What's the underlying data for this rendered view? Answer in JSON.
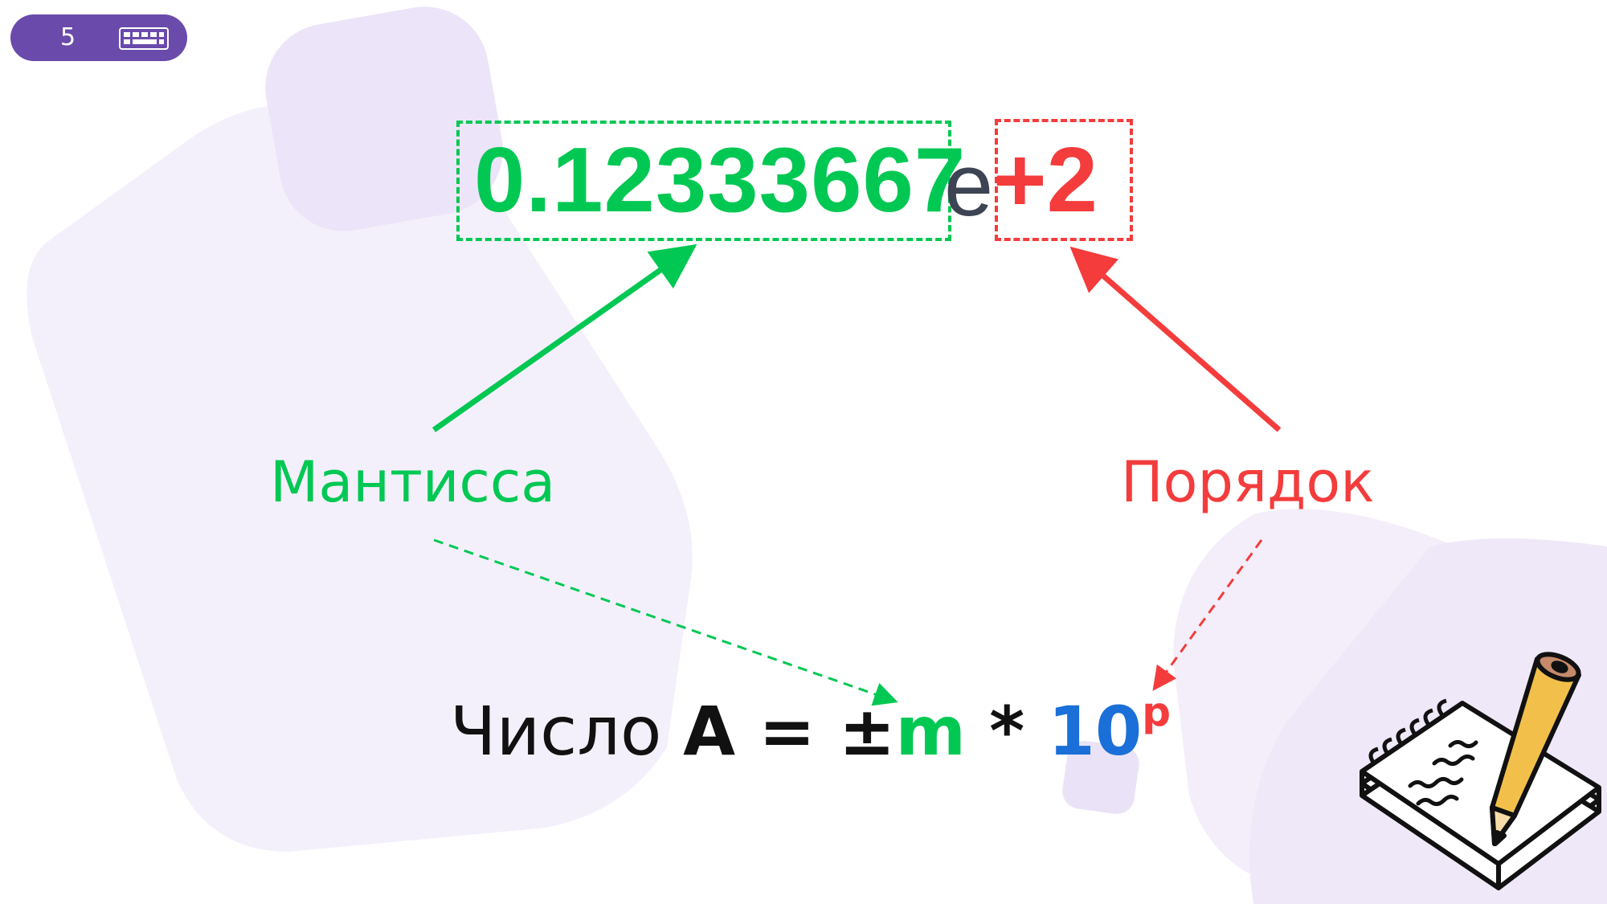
{
  "slide": {
    "page_number": "5",
    "keyboard_icon": "keyboard-icon"
  },
  "number": {
    "mantissa": "0.12333667",
    "e": "e",
    "exponent": "+2"
  },
  "labels": {
    "mantissa": "Мантисса",
    "order": "Порядок"
  },
  "formula": {
    "prefix": "Число ",
    "a": "A",
    "eq": " = ±",
    "m": "m",
    "mul": " * ",
    "ten": "10",
    "p": "p"
  },
  "colors": {
    "mantissa": "#00c853",
    "order": "#f43c3c",
    "power_base": "#1a6fd8",
    "badge": "#6a4aab",
    "background_shapes": "#ede6f8"
  },
  "decor": {
    "notebook_icon": "notebook-pencil-icon"
  }
}
